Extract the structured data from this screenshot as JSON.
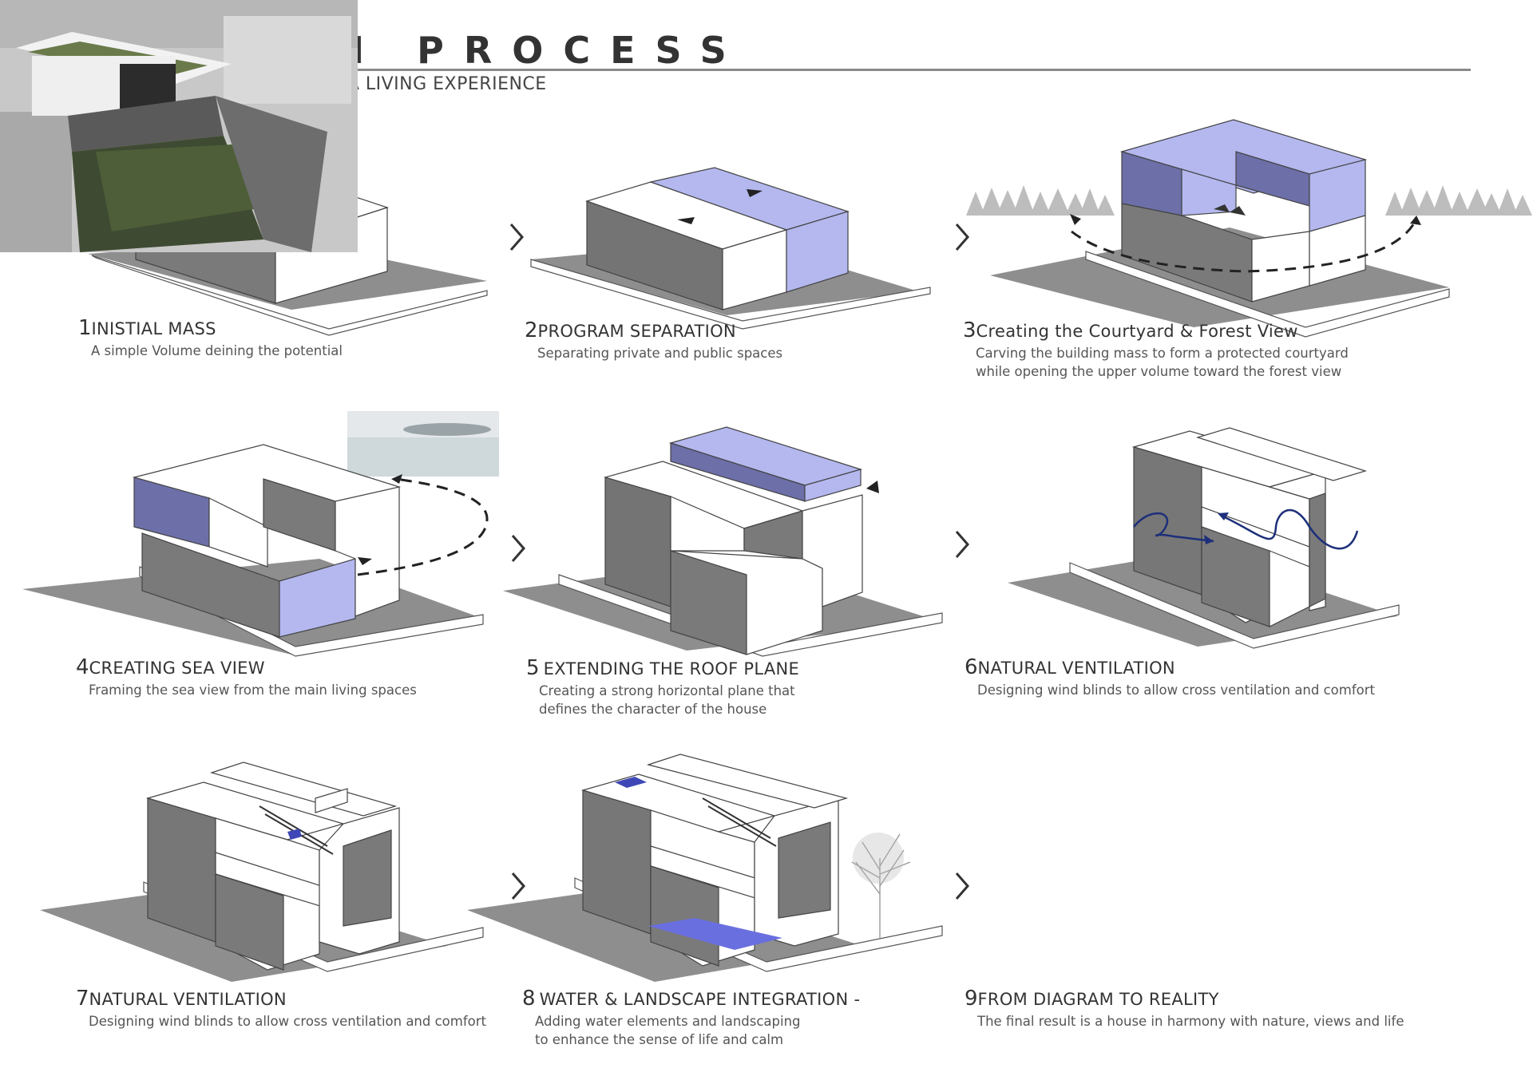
{
  "header": {
    "title": "DESIGN PROCESS",
    "subtitle": "FROM A SIMPLE MASS TO A LIVING EXPERIENCE"
  },
  "steps": [
    {
      "num": "1",
      "title": "INISTIAL MASS",
      "desc": [
        "A simple Volume deining the potential"
      ]
    },
    {
      "num": "2",
      "title": "PROGRAM SEPARATION",
      "desc": [
        "Separating private and public spaces"
      ]
    },
    {
      "num": "3",
      "title": "Creating the Courtyard & Forest View",
      "desc": [
        "Carving the building mass to form a protected courtyard",
        "while opening the upper volume toward the forest view"
      ]
    },
    {
      "num": "4",
      "title": "CREATING SEA VIEW",
      "desc": [
        "Framing the sea view from the main living spaces"
      ]
    },
    {
      "num": "5",
      "title": "EXTENDING THE ROOF PLANE",
      "desc": [
        "Creating a strong horizontal plane that",
        "defines the character of the house"
      ]
    },
    {
      "num": "6",
      "title": "NATURAL VENTILATION",
      "desc": [
        "Designing wind blinds to allow cross ventilation and comfort"
      ]
    },
    {
      "num": "7",
      "title": "NATURAL VENTILATION",
      "desc": [
        "Designing wind blinds to allow cross ventilation and comfort"
      ]
    },
    {
      "num": "8",
      "title": "WATER & LANDSCAPE INTEGRATION -",
      "desc": [
        "Adding water elements and landscaping",
        "to enhance the sense of life and calm"
      ]
    },
    {
      "num": "9",
      "title": "FROM DIAGRAM TO REALITY",
      "desc": [
        "The final result is a house in harmony with nature, views and life"
      ]
    }
  ],
  "icons": {
    "step_arrow": "chevron-right-icon",
    "wind": "wind-arrow-icon",
    "view": "view-direction-arrow-icon"
  },
  "colors": {
    "accent_volume": "#b4b8ef",
    "accent_volume_dark": "#6c6fa8",
    "mass_shadow_side": "#737373",
    "ground_shadow": "#8d8d8d",
    "wind_line": "#1d2f7a"
  }
}
